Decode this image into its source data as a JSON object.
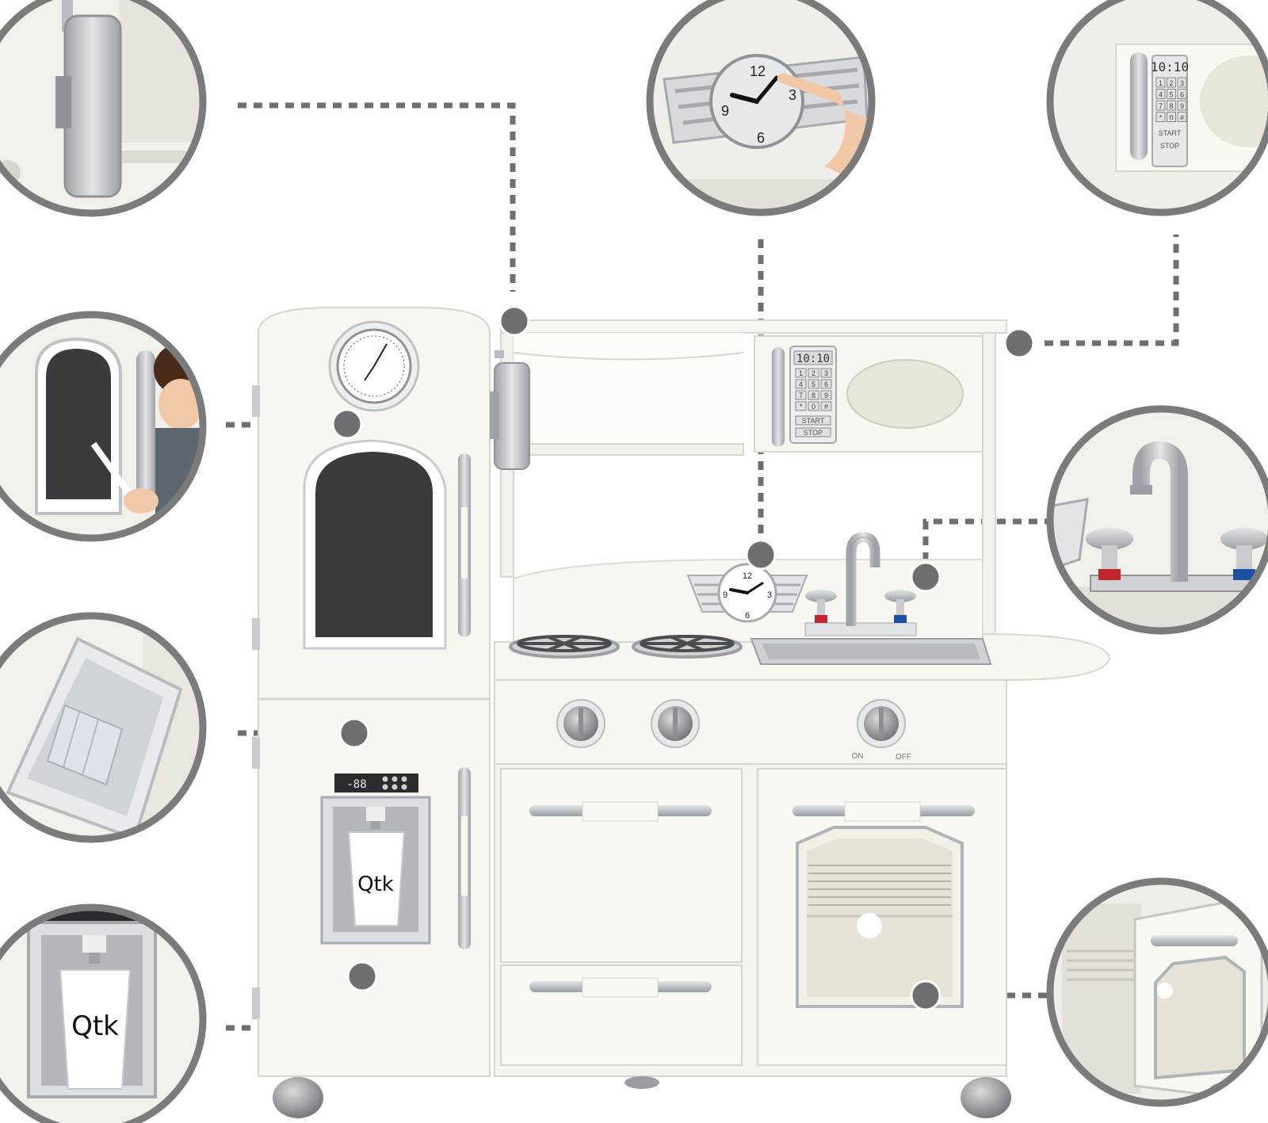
{
  "colors": {
    "background": "#ffffff",
    "cabinet": "#f6f5ef",
    "cabinet_shade": "#e6e4dc",
    "edge": "#d8d6cf",
    "silver": "#c2c4c7",
    "silver_dark": "#8f9296",
    "ring": "#7b7b7b",
    "dot": "#6f6f6f",
    "chalkboard": "#3a3b3e",
    "hot_tap": "#c0262e",
    "cold_tap": "#1f4fa0"
  },
  "microwave": {
    "display": "10:10",
    "keys": [
      "1",
      "2",
      "3",
      "4",
      "5",
      "6",
      "7",
      "8",
      "9",
      "*",
      "0",
      "#"
    ],
    "start_label": "START",
    "stop_label": "STOP"
  },
  "clock": {
    "numerals": {
      "top": "12",
      "right": "3",
      "bottom": "6",
      "left": "9"
    }
  },
  "dispenser": {
    "display": "-88",
    "cup_logo": "Qtk"
  },
  "knobs": {
    "on_label": "ON",
    "off_label": "OFF"
  },
  "zoom_details": [
    {
      "name": "telephone"
    },
    {
      "name": "wall-clock"
    },
    {
      "name": "microwave"
    },
    {
      "name": "chalkboard"
    },
    {
      "name": "sink-faucet"
    },
    {
      "name": "ice-tray"
    },
    {
      "name": "water-dispenser"
    },
    {
      "name": "oven-rack"
    }
  ]
}
